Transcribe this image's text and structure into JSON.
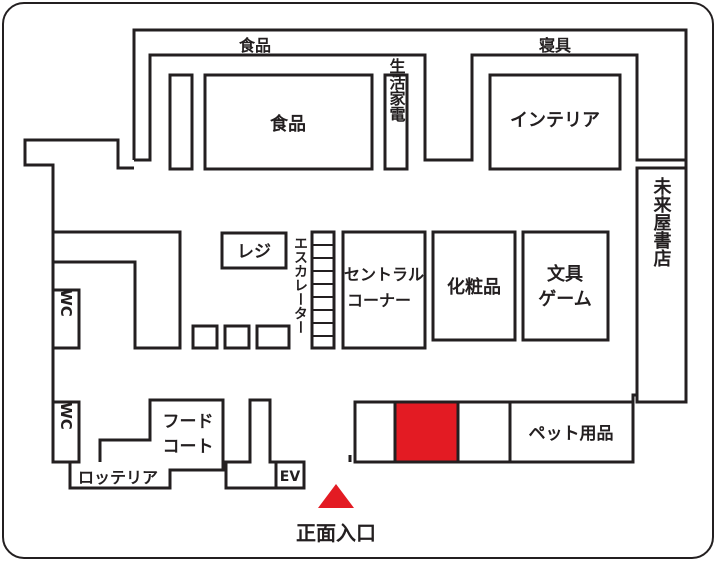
{
  "title": "",
  "labels": {
    "food_top": "食品",
    "bedding_top": "寝具",
    "food": "食品",
    "appliances": "生活家電",
    "interior": "インテリア",
    "register": "レジ",
    "escalator": "エスカレーター",
    "central_corner_l1": "セントラル",
    "central_corner_l2": "コーナー",
    "cosmetics": "化粧品",
    "stationery_l1": "文具",
    "stationery_l2": "ゲーム",
    "bookstore": "未来屋書店",
    "wc_1": "WC",
    "wc_2": "WC",
    "food_court_l1": "フード",
    "food_court_l2": "コート",
    "lotteria": "ロッテリア",
    "ev": "EV",
    "pet": "ペット用品",
    "entrance": "正面入口"
  },
  "colors": {
    "line": "#231f20",
    "highlight": "#e31b23",
    "entrance_marker": "#e31b23",
    "background": "#ffffff"
  },
  "markers": {
    "highlighted_store": "red-filled-store",
    "entrance": "red-triangle"
  }
}
